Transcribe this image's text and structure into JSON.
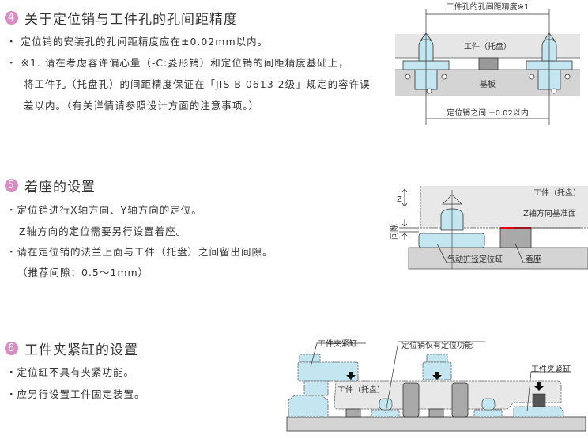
{
  "s4": {
    "num": "4",
    "title": "关于定位销与工件孔的孔间距精度",
    "lines": [
      "・ 定位销的安装孔的孔间距精度应在±0.02mm以内。",
      "・ ※1. 请在考虑容许偏心量（-C:菱形销）和定位销的间距精度基础上，",
      "将工件孔（托盘孔）的间距精度保证在「JIS B 0613 2级」规定的容许误",
      "差以内。（有关详情请参照设计方面的注意事项。）"
    ],
    "fig": {
      "top": "工件孔的孔间距精度※1",
      "work": "工件（托盘）",
      "base": "基板",
      "bottom": "定位销之间  ±0.02以内"
    }
  },
  "s5": {
    "num": "5",
    "title": "着座的设置",
    "lines": [
      "・定位销进行X轴方向、Y轴方向的定位。",
      "Z轴方向的定位需要另行设置着座。",
      "・请在定位销的法兰上面与工件（托盘）之间留出间隙。",
      "（推荐间隙：0.5～1mm）"
    ],
    "fig": {
      "z": "Z",
      "work": "工件（托盘）",
      "ref": "Z轴方向基准面",
      "gap": "间隙",
      "cyl": "气动扩径定位缸",
      "seat": "着座"
    }
  },
  "s6": {
    "num": "6",
    "title": "工件夹紧缸的设置",
    "lines": [
      "・定位缸不具有夹紧功能。",
      "・应另行设置工件固定装置。"
    ],
    "fig": {
      "clamp1": "工件夹紧缸",
      "pin": "定位销仅有定位功能",
      "clamp2": "工件夹紧缸",
      "work": "工件（托盘）"
    }
  },
  "colors": {
    "badge": "#d68ec4",
    "pin": "#c4e6f0",
    "work": "#e6e6e6",
    "base": "#d4d4d4",
    "ref": "#e60012"
  }
}
